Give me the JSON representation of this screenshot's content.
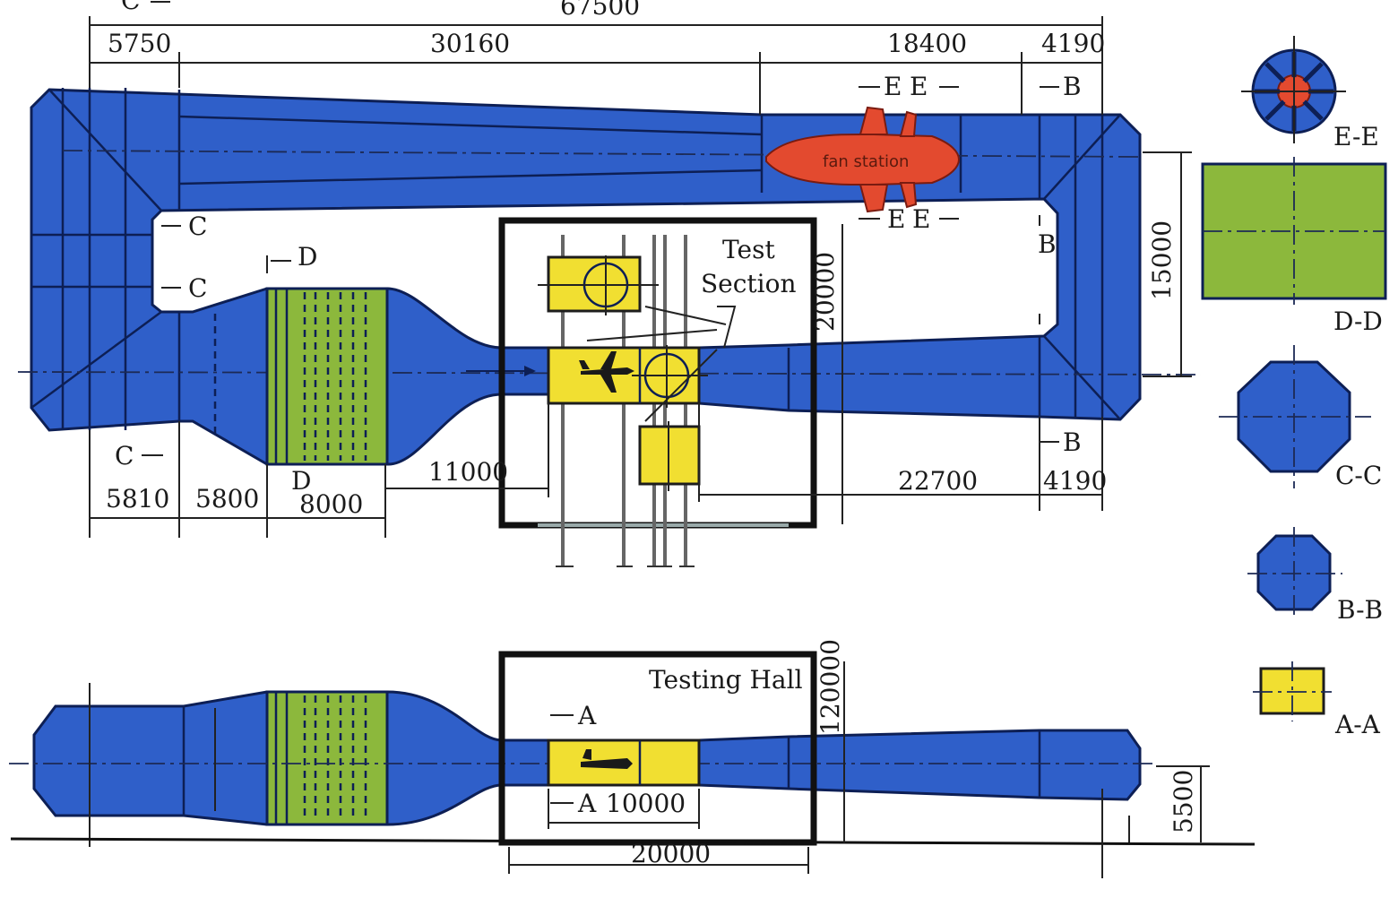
{
  "dimensions": {
    "total_length": "67500",
    "seg_5750": "5750",
    "seg_30160": "30160",
    "seg_18400": "18400",
    "seg_4190_top": "4190",
    "seg_5810": "5810",
    "seg_5800": "5800",
    "seg_8000": "8000",
    "seg_11000": "11000",
    "seg_22700": "22700",
    "seg_4190_bottom": "4190",
    "width_15000": "15000",
    "hall_height_plan": "20000",
    "hall_height_side": "120000",
    "hall_width_side": "20000",
    "test_len": "10000",
    "ground_height": "5500"
  },
  "labels": {
    "test_section_1": "Test",
    "test_section_2": "Section",
    "testing_hall": "Testing Hall",
    "fan_station": "fan station",
    "sec_c": "C",
    "sec_d": "D",
    "sec_e": "E",
    "sec_b": "B",
    "sec_a": "A"
  },
  "legend": {
    "ee": "E-E",
    "dd": "D-D",
    "cc": "C-C",
    "bb": "B-B",
    "aa": "A-A"
  },
  "colors": {
    "duct": "#2f5fc9",
    "settling_chamber": "#8cb83c",
    "test_section": "#f1df31",
    "fan": "#e34a2f"
  }
}
